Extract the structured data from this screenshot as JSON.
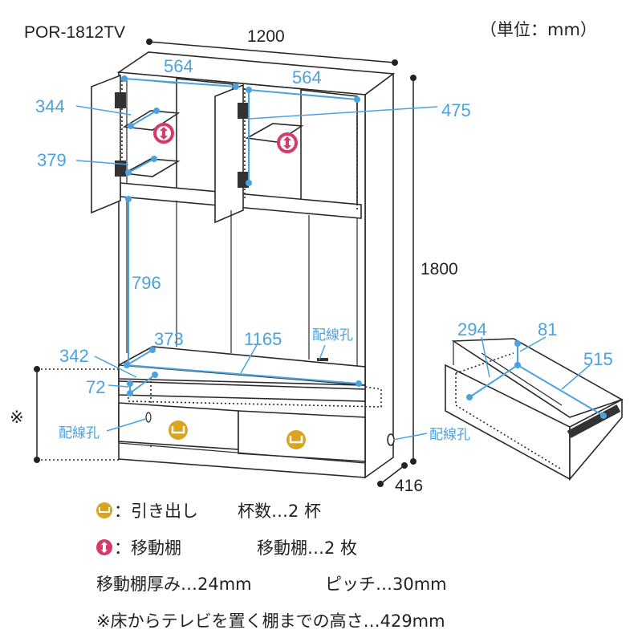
{
  "title": "POR-1812TV",
  "unit": "（単位：mm）",
  "dims": {
    "width": "1200",
    "height": "1800",
    "depth": "416",
    "upper_left_width": "564",
    "upper_right_width": "564",
    "upper_left_shelf_top": "344",
    "upper_left_shelf_bottom": "379",
    "upper_right_height": "475",
    "open_height": "796",
    "tv_shelf_depth": "373",
    "tv_shelf_width": "1165",
    "front_depth": "342",
    "front_height": "72",
    "floor_mark": "※",
    "drawer_width": "294",
    "drawer_height": "81",
    "drawer_depth": "515"
  },
  "callouts": {
    "cable_hole_upper": "配線孔",
    "cable_hole_left": "配線孔",
    "cable_hole_right": "配線孔"
  },
  "legend": {
    "drawer_label": "：引き出し",
    "drawer_count": "杯数…2 杯",
    "shelf_label": "：移動棚",
    "shelf_count": "移動棚…2 枚",
    "shelf_thickness": "移動棚厚み…24mm",
    "pitch": "ピッチ…30mm",
    "floor_note": "※床からテレビを置く棚までの高さ…429mm"
  },
  "colors": {
    "dimension": "#4aa3df",
    "drawer_icon": "#d9a520",
    "shelf_icon": "#d63a6a"
  }
}
